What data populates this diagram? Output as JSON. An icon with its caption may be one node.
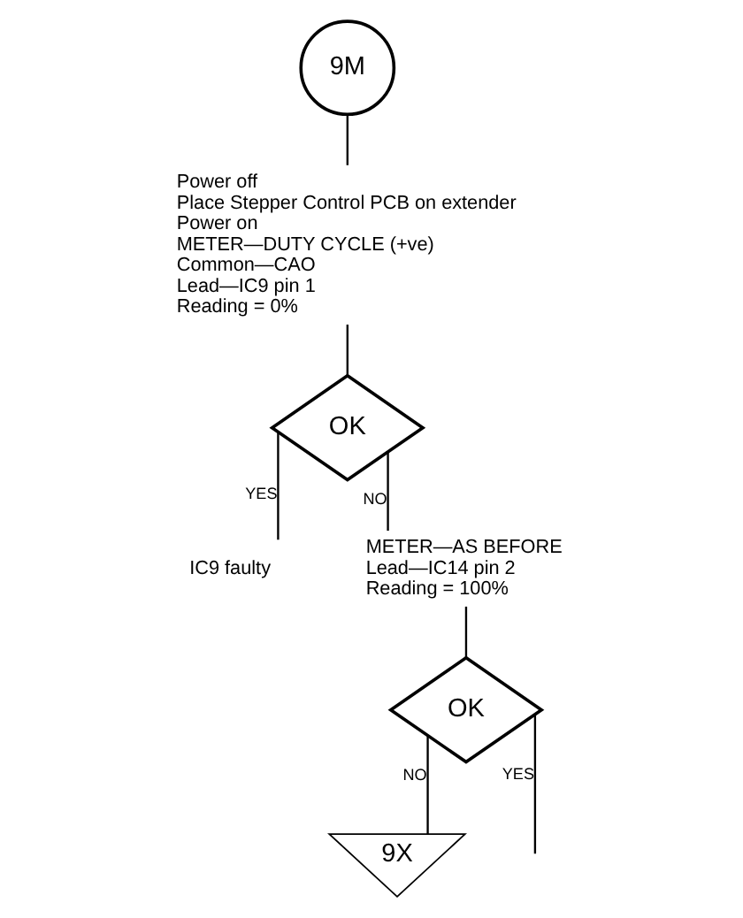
{
  "diagram": {
    "nodes": [
      {
        "text": [
          "9M"
        ]
      },
      {
        "text": [
          "Power off",
          "Place Stepper Control PCB on extender",
          "Power on",
          "METER—DUTY CYCLE (+ve)",
          "Common—CAO",
          "Lead—IC9 pin 1",
          "Reading = 0%"
        ]
      },
      {
        "text": [
          "OK"
        ]
      },
      {
        "text": [
          "IC9 faulty"
        ]
      },
      {
        "text": [
          "METER—AS BEFORE",
          "Lead—IC14 pin 2",
          "Reading = 100%"
        ]
      },
      {
        "text": [
          "OK"
        ]
      },
      {
        "text": [
          "9X"
        ]
      }
    ],
    "edges": [
      {
        "from": 0,
        "to": 1,
        "arrow": "none"
      },
      {
        "from": 1,
        "to": 2,
        "arrow": "none"
      },
      {
        "from": 2,
        "to": 4,
        "arrow": "none",
        "label": "NO"
      },
      {
        "from": 2,
        "to": 3,
        "arrow": "none",
        "label": "YES"
      },
      {
        "from": 4,
        "to": 5,
        "arrow": "none"
      },
      {
        "from": 5,
        "to": 6,
        "arrow": "none",
        "label": "NO"
      },
      {
        "from": 5,
        "to": null,
        "arrow": "none",
        "label": "YES"
      }
    ]
  }
}
